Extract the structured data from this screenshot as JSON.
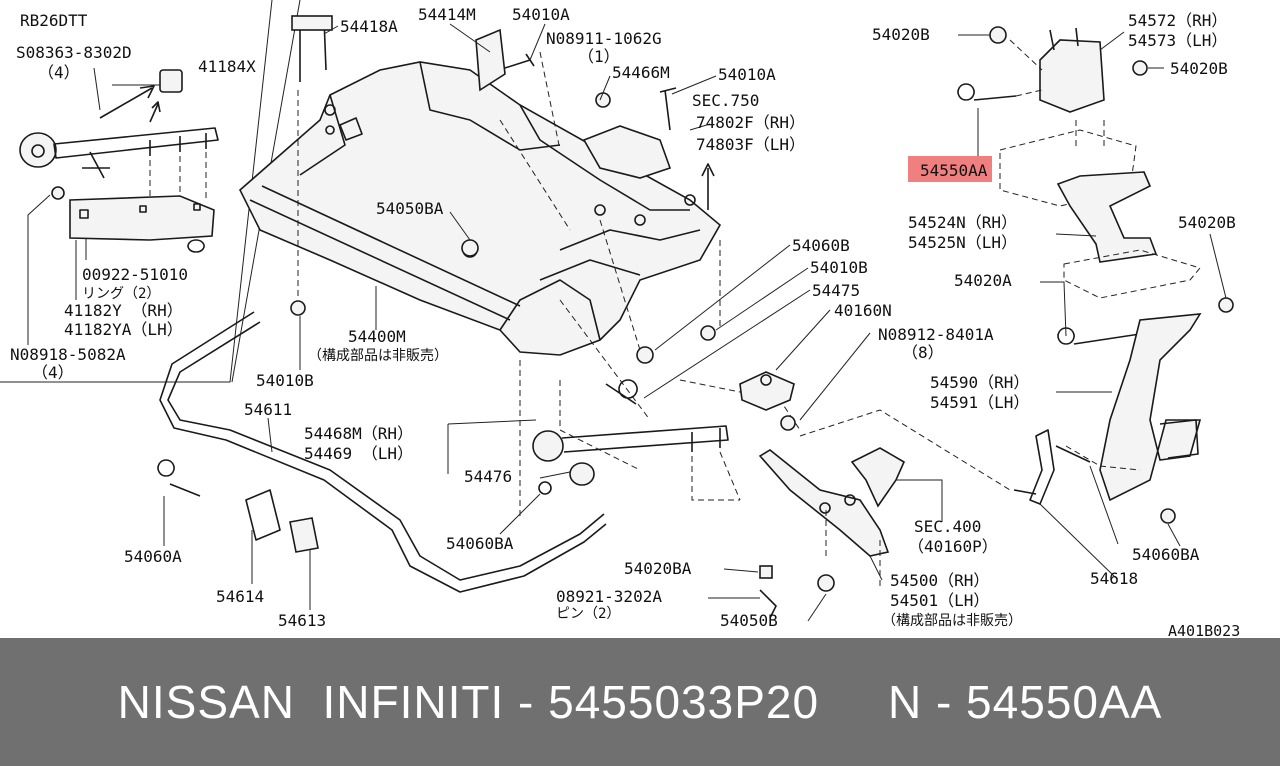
{
  "diagram": {
    "engine": "RB26DTT",
    "diagram_code": "A401B023",
    "highlight_color": "#f08080",
    "callouts": [
      {
        "id": "c1",
        "text": "S08363-8302D"
      },
      {
        "id": "c2",
        "text": "（4）"
      },
      {
        "id": "c3",
        "text": "41184X"
      },
      {
        "id": "c4",
        "text": "00922-51010"
      },
      {
        "id": "c5",
        "text": "リング（2）"
      },
      {
        "id": "c6",
        "text": "41182Y （RH）"
      },
      {
        "id": "c7",
        "text": "41182YA（LH）"
      },
      {
        "id": "c8",
        "text": "N08918-5082A"
      },
      {
        "id": "c9",
        "text": "（4）"
      },
      {
        "id": "c10",
        "text": "54418A"
      },
      {
        "id": "c11",
        "text": "54414M"
      },
      {
        "id": "c12",
        "text": "54010A"
      },
      {
        "id": "c13",
        "text": "N08911-1062G"
      },
      {
        "id": "c14",
        "text": "（1）"
      },
      {
        "id": "c15",
        "text": "54466M"
      },
      {
        "id": "c16",
        "text": "54010A"
      },
      {
        "id": "c17",
        "text": "SEC.750"
      },
      {
        "id": "c18",
        "text": "74802F（RH）"
      },
      {
        "id": "c19",
        "text": "74803F（LH）"
      },
      {
        "id": "c20",
        "text": "54050BA"
      },
      {
        "id": "c21",
        "text": "54060B"
      },
      {
        "id": "c22",
        "text": "54010B"
      },
      {
        "id": "c23",
        "text": "54475"
      },
      {
        "id": "c24",
        "text": "40160N"
      },
      {
        "id": "c25",
        "text": "N08912-8401A"
      },
      {
        "id": "c26",
        "text": "（8）"
      },
      {
        "id": "c27",
        "text": "54400M"
      },
      {
        "id": "c28",
        "text": "（構成部品は非販売）"
      },
      {
        "id": "c29",
        "text": "54010B"
      },
      {
        "id": "c30",
        "text": "54611"
      },
      {
        "id": "c31",
        "text": "54468M（RH）"
      },
      {
        "id": "c32",
        "text": "54469 （LH）"
      },
      {
        "id": "c33",
        "text": "54476"
      },
      {
        "id": "c34",
        "text": "54060BA"
      },
      {
        "id": "c35",
        "text": "54060A"
      },
      {
        "id": "c36",
        "text": "54614"
      },
      {
        "id": "c37",
        "text": "54613"
      },
      {
        "id": "c38",
        "text": "54020BA"
      },
      {
        "id": "c39",
        "text": "08921-3202A"
      },
      {
        "id": "c40",
        "text": "ピン（2）"
      },
      {
        "id": "c41",
        "text": "54050B"
      },
      {
        "id": "c42",
        "text": "SEC.400"
      },
      {
        "id": "c43",
        "text": "（40160P）"
      },
      {
        "id": "c44",
        "text": "54500（RH）"
      },
      {
        "id": "c45",
        "text": "54501（LH）"
      },
      {
        "id": "c46",
        "text": "（構成部品は非販売）"
      },
      {
        "id": "c47",
        "text": "54020B"
      },
      {
        "id": "c48",
        "text": "54572（RH）"
      },
      {
        "id": "c49",
        "text": "54573（LH）"
      },
      {
        "id": "c50",
        "text": "54020B"
      },
      {
        "id": "c51",
        "text": "54524N（RH）"
      },
      {
        "id": "c52",
        "text": "54525N（LH）"
      },
      {
        "id": "c53",
        "text": "54020B"
      },
      {
        "id": "c54",
        "text": "54020A"
      },
      {
        "id": "c55",
        "text": "54590（RH）"
      },
      {
        "id": "c56",
        "text": "54591（LH）"
      },
      {
        "id": "c57",
        "text": "54060BA"
      },
      {
        "id": "c58",
        "text": "54618"
      }
    ],
    "highlight": {
      "part": "54550",
      "suffix": "AA"
    }
  },
  "footer": {
    "text": "NISSAN  INFINITI - 5455033P20     N - 54550AA"
  }
}
